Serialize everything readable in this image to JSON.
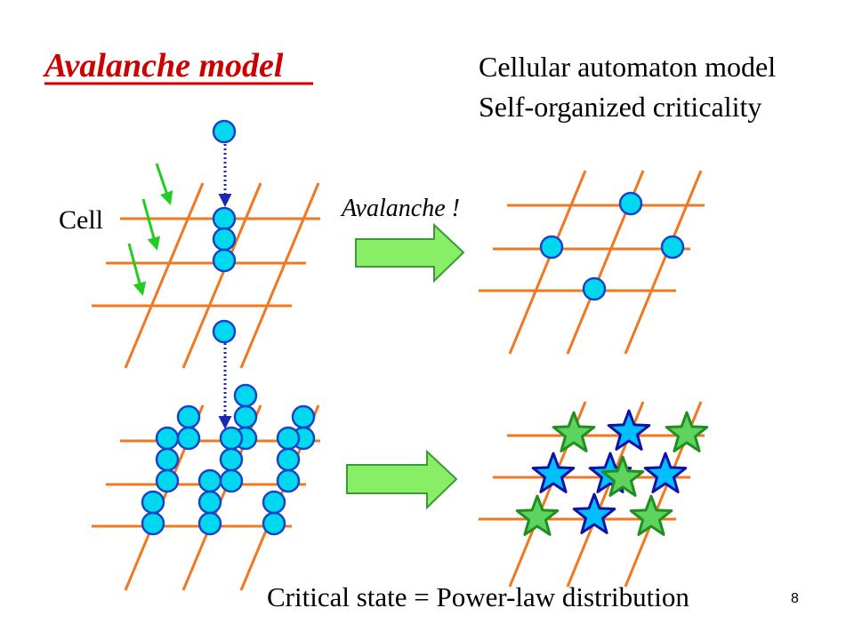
{
  "slide": {
    "title": "Avalanche model",
    "subtitle_line1": "Cellular automaton model",
    "subtitle_line2": "Self-organized criticality",
    "cell_label": "Cell",
    "avalanche_label": "Avalanche !",
    "caption": "Critical state = Power-law distribution",
    "page_number": "8"
  },
  "colors": {
    "title": "#cc0000",
    "grid_line": "#f07820",
    "particle_fill": "#00d8f0",
    "particle_stroke": "#1a44c8",
    "drop_arrow": "#1a2ab0",
    "incoming_arrow": "#22cc22",
    "big_arrow_fill": "#88ee66",
    "big_arrow_stroke": "#3a9a3a",
    "star_blue_fill": "#00bfff",
    "star_blue_stroke": "#1010aa",
    "star_green_fill": "#5fd35f",
    "star_green_stroke": "#1f8f1f"
  },
  "icons": [
    "particle",
    "star-blue",
    "star-green",
    "right-arrow",
    "drop-arrow",
    "incoming-arrow"
  ]
}
